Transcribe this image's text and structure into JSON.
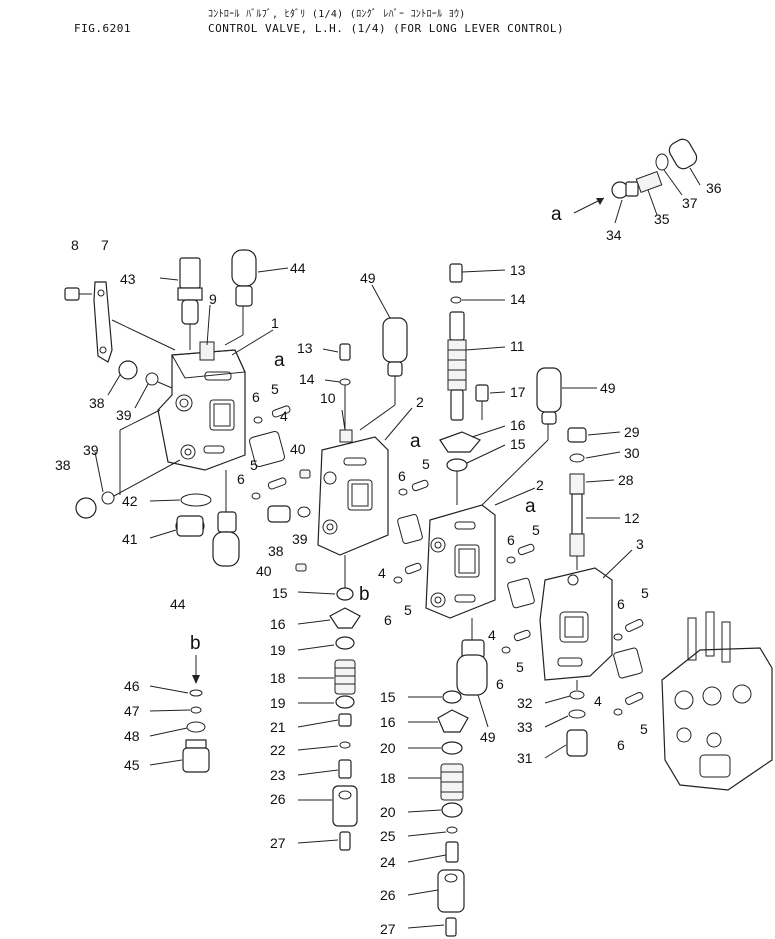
{
  "header": {
    "fig_no": "FIG.6201",
    "title_jp": "ｺﾝﾄﾛｰﾙ ﾊﾞﾙﾌﾞ, ﾋﾀﾞﾘ (1/4) (ﾛﾝｸﾞ ﾚﾊﾞｰ ｺﾝﾄﾛｰﾙ ﾖｳ)",
    "title_en": "CONTROL VALVE, L.H. (1/4) (FOR LONG LEVER CONTROL)"
  },
  "detail_markers": [
    "a",
    "b"
  ],
  "part_numbers": [
    "1",
    "2",
    "3",
    "4",
    "5",
    "6",
    "7",
    "8",
    "9",
    "10",
    "11",
    "12",
    "13",
    "14",
    "15",
    "16",
    "17",
    "18",
    "19",
    "20",
    "21",
    "22",
    "23",
    "24",
    "25",
    "26",
    "27",
    "28",
    "29",
    "30",
    "31",
    "32",
    "33",
    "34",
    "35",
    "36",
    "37",
    "38",
    "39",
    "40",
    "41",
    "42",
    "43",
    "44",
    "45",
    "46",
    "47",
    "48",
    "49"
  ]
}
